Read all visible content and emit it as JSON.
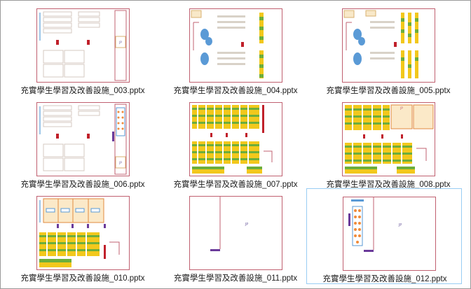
{
  "window": {
    "title": ""
  },
  "files": [
    {
      "name": "充實學生學習及改善設施_003.pptx",
      "variant": "v003",
      "selected": false
    },
    {
      "name": "充實學生學習及改善設施_004.pptx",
      "variant": "v004",
      "selected": false
    },
    {
      "name": "充實學生學習及改善設施_005.pptx",
      "variant": "v005",
      "selected": false
    },
    {
      "name": "充實學生學習及改善設施_006.pptx",
      "variant": "v006",
      "selected": false
    },
    {
      "name": "充實學生學習及改善設施_007.pptx",
      "variant": "v007",
      "selected": false
    },
    {
      "name": "充實學生學習及改善設施_008.pptx",
      "variant": "v008",
      "selected": false
    },
    {
      "name": "充實學生學習及改善設施_010.pptx",
      "variant": "v010",
      "selected": false
    },
    {
      "name": "充實學生學習及改善設施_011.pptx",
      "variant": "v011",
      "selected": false
    },
    {
      "name": "充實學生學習及改善設施_012.pptx",
      "variant": "v012",
      "selected": true
    }
  ],
  "colors": {
    "wall": "#c06070",
    "selection_border": "#99cdf3",
    "seat_yellow": "#f2c81c",
    "seat_green": "#6cae3c",
    "table_blue": "#5a9ad6",
    "accent_red": "#c0202a",
    "purple": "#6a3a9a",
    "orange": "#f08a3a"
  },
  "icons": {
    "thumbnail": "pptx-thumbnail-icon"
  }
}
